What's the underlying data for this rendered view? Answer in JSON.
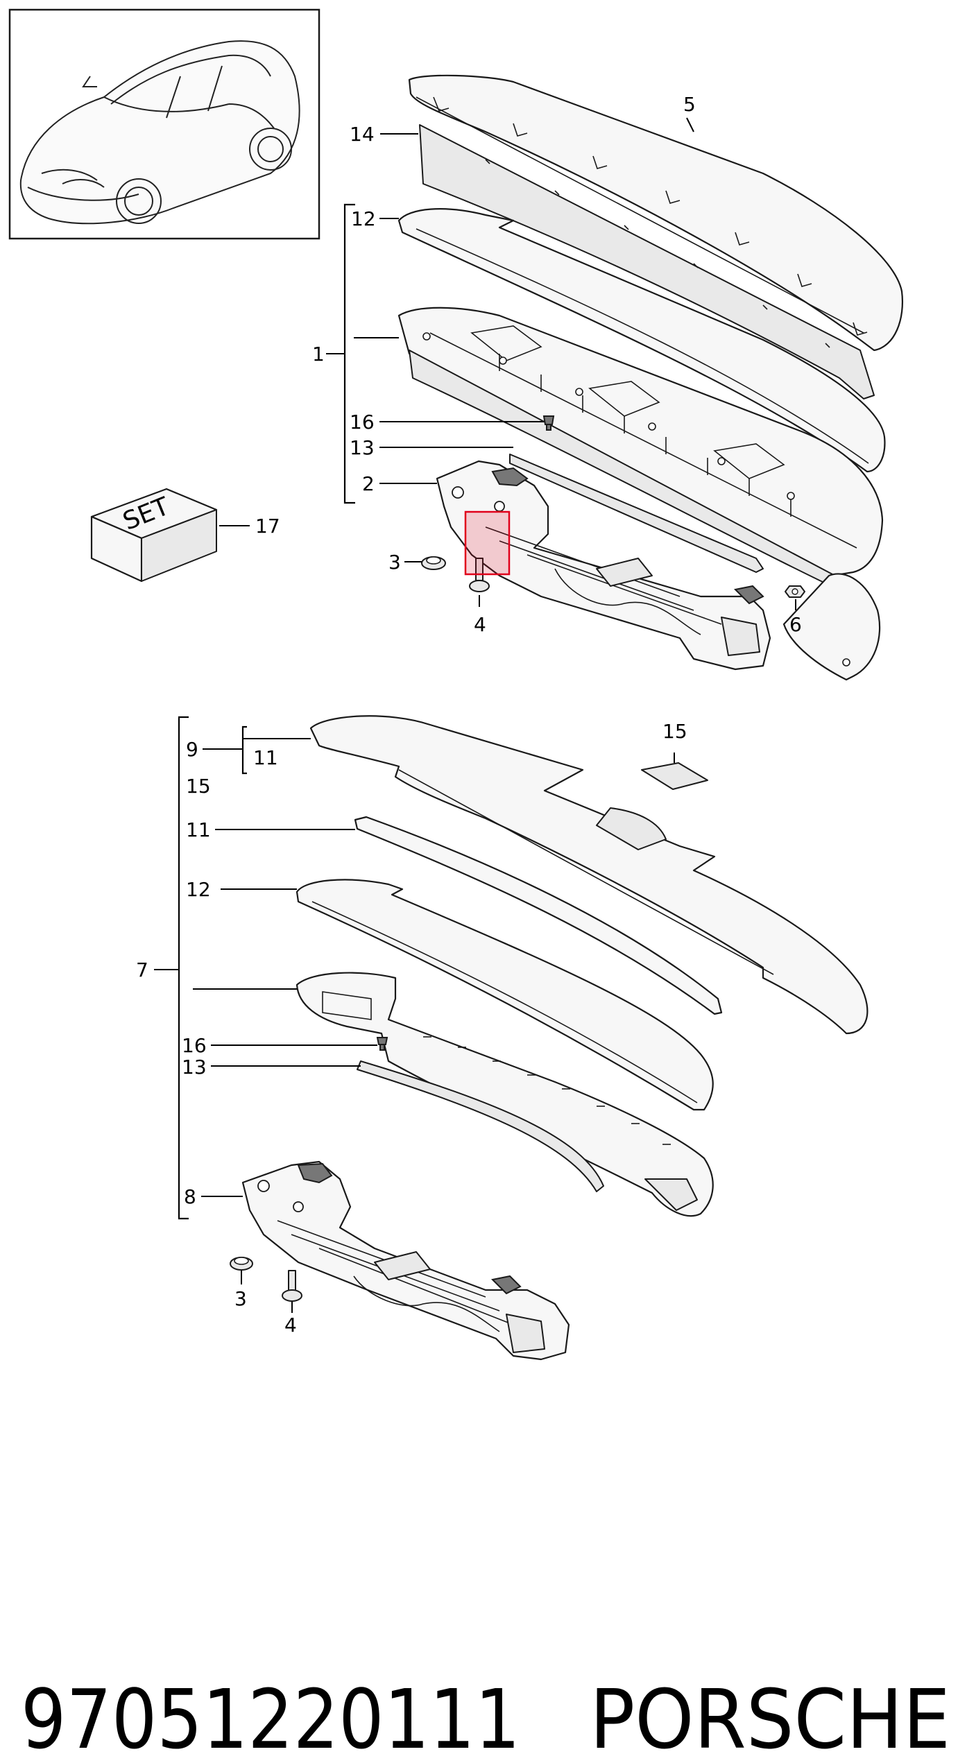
{
  "callouts": {
    "upper": {
      "n5": "5",
      "n14": "14",
      "n12": "12",
      "n1": "1",
      "n16": "16",
      "n13": "13",
      "n2": "2",
      "n3": "3",
      "n4": "4",
      "n6": "6",
      "n17": "17"
    },
    "lower": {
      "n9": "9",
      "n11a": "11",
      "n15a": "15",
      "n15b": "15",
      "n11b": "11",
      "n12": "12",
      "n7": "7",
      "n16": "16",
      "n13": "13",
      "n8": "8",
      "n3": "3",
      "n4": "4"
    }
  },
  "set_box_label": "SET",
  "footer": {
    "part_number": "97051220111",
    "brand": "PORSCHE"
  },
  "colors": {
    "highlight": "#e0001b",
    "line": "#1a1a1a"
  }
}
